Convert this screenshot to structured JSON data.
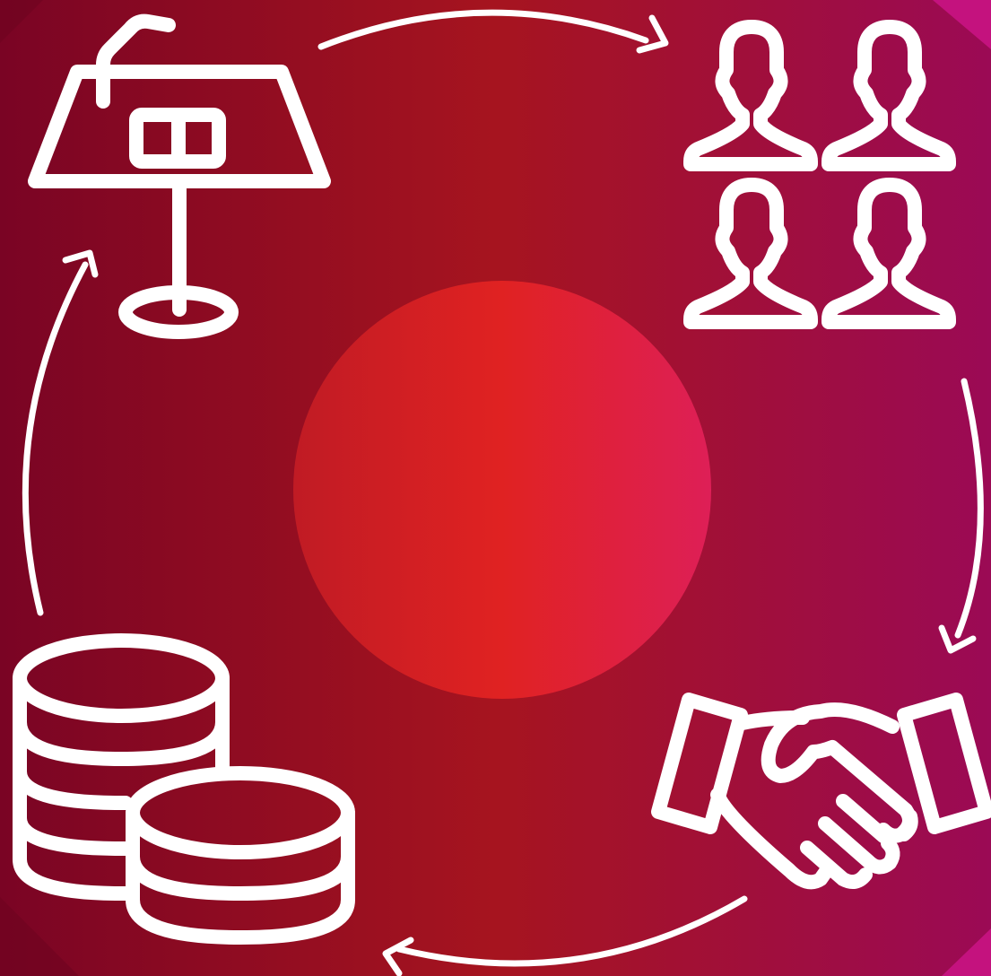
{
  "diagram": {
    "type": "cycle",
    "colors": {
      "background_left": "#7a0424",
      "background_mid": "#a6141f",
      "background_right": "#9b0a55",
      "corner_accent": "#c4127e",
      "center_circle_left": "#c01b24",
      "center_circle_mid": "#e02222",
      "center_circle_right": "#de1f57",
      "icon_stroke": "#ffffff"
    },
    "nodes": [
      {
        "id": "trade-booth",
        "icon": "trade-booth-icon"
      },
      {
        "id": "people-group",
        "icon": "people-group-icon"
      },
      {
        "id": "handshake",
        "icon": "handshake-icon"
      },
      {
        "id": "coins",
        "icon": "coin-stacks-icon"
      }
    ],
    "flow": [
      {
        "from": "trade-booth",
        "to": "people-group",
        "direction": "clockwise"
      },
      {
        "from": "people-group",
        "to": "handshake",
        "direction": "clockwise"
      },
      {
        "from": "handshake",
        "to": "coins",
        "direction": "clockwise"
      },
      {
        "from": "coins",
        "to": "trade-booth",
        "direction": "clockwise"
      }
    ]
  }
}
